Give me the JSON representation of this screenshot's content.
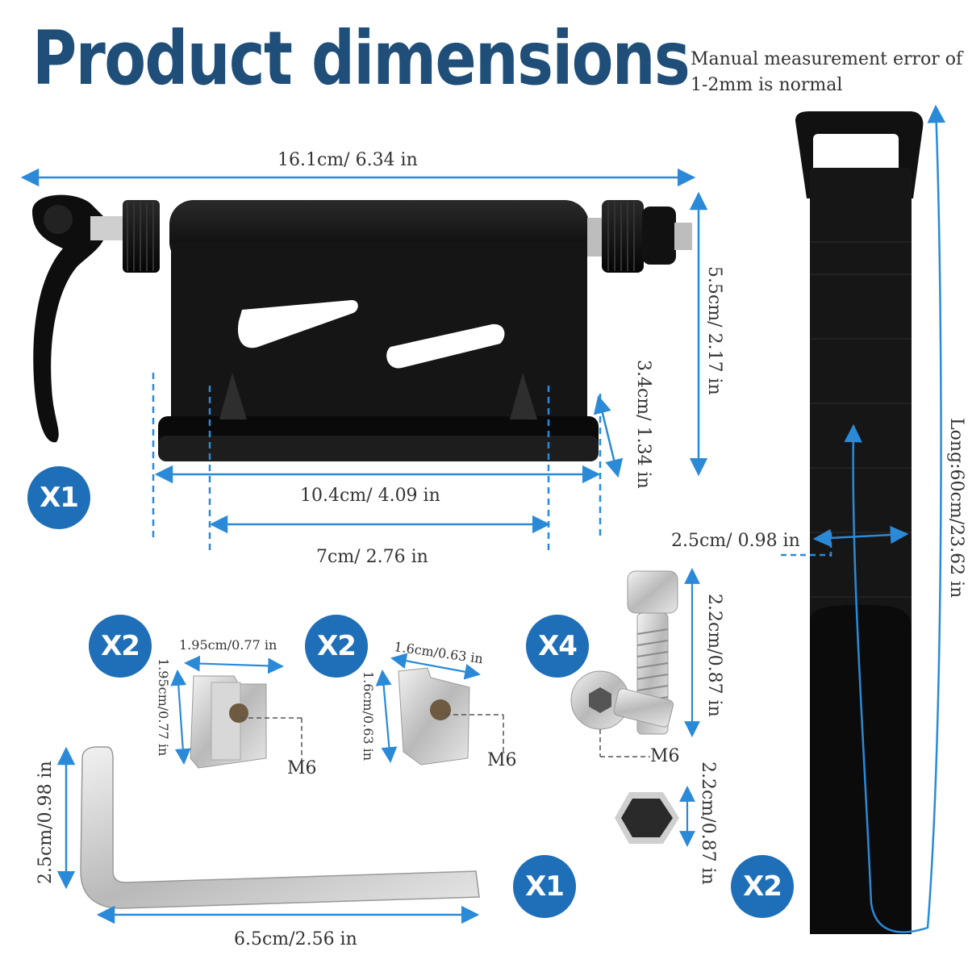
{
  "title": "Product dimensions",
  "note": "Manual measurement error of 1-2mm is normal",
  "colors": {
    "title": "#1f4e79",
    "badge": "#1e6fb8",
    "dimension_line": "#2a8ad8",
    "part": "#111111",
    "metal": "#c9c9c9"
  },
  "main_mount": {
    "width_label": "16.1cm/ 6.34 in",
    "height_label": "5.5cm/ 2.17 in",
    "base_height_label": "3.4cm/ 1.34 in",
    "base_width_label": "10.4cm/ 4.09 in",
    "inner_width_label": "7cm/ 2.76 in",
    "quantity": "X1"
  },
  "strap": {
    "length_label": "Long:60cm/23.62 in",
    "width_label": "2.5cm/ 0.98 in",
    "quantity": "X2"
  },
  "t_nut_large": {
    "quantity": "X2",
    "width_label": "1.95cm/0.77 in",
    "height_label": "1.95cm/0.77 in",
    "thread_label": "M6"
  },
  "t_nut_small": {
    "quantity": "X2",
    "width_label": "1.6cm/0.63 in",
    "height_label": "1.6cm/0.63 in",
    "thread_label": "M6"
  },
  "bolts": {
    "quantity": "X4",
    "length_label": "2.2cm/0.87 in",
    "thread_label": "M6"
  },
  "hex_key_icon": {
    "size_label": "2.2cm/0.87 in"
  },
  "allen_wrench": {
    "quantity": "X1",
    "height_label": "2.5cm/0.98 in",
    "length_label": "6.5cm/2.56 in"
  }
}
